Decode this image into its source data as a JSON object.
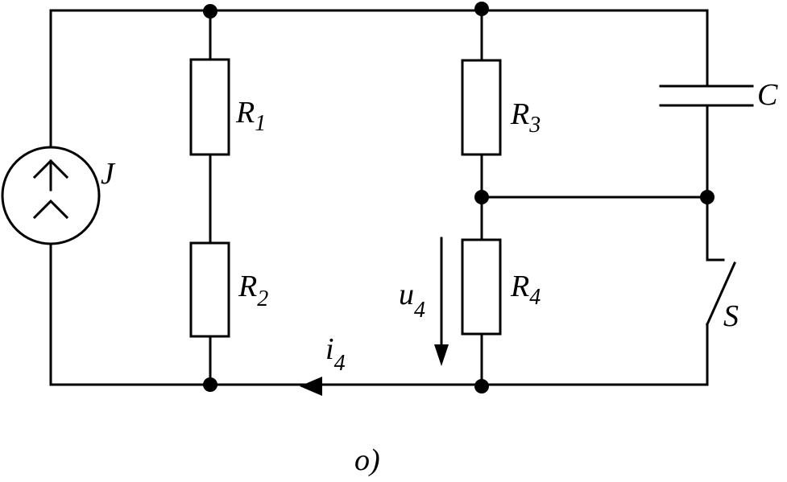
{
  "labels": {
    "source": "J",
    "r1": "R",
    "r1_sub": "1",
    "r2": "R",
    "r2_sub": "2",
    "r3": "R",
    "r3_sub": "3",
    "r4": "R",
    "r4_sub": "4",
    "capacitor": "C",
    "switch": "S",
    "voltage": "u",
    "voltage_sub": "4",
    "current": "i",
    "current_sub": "4",
    "caption": "o)"
  }
}
